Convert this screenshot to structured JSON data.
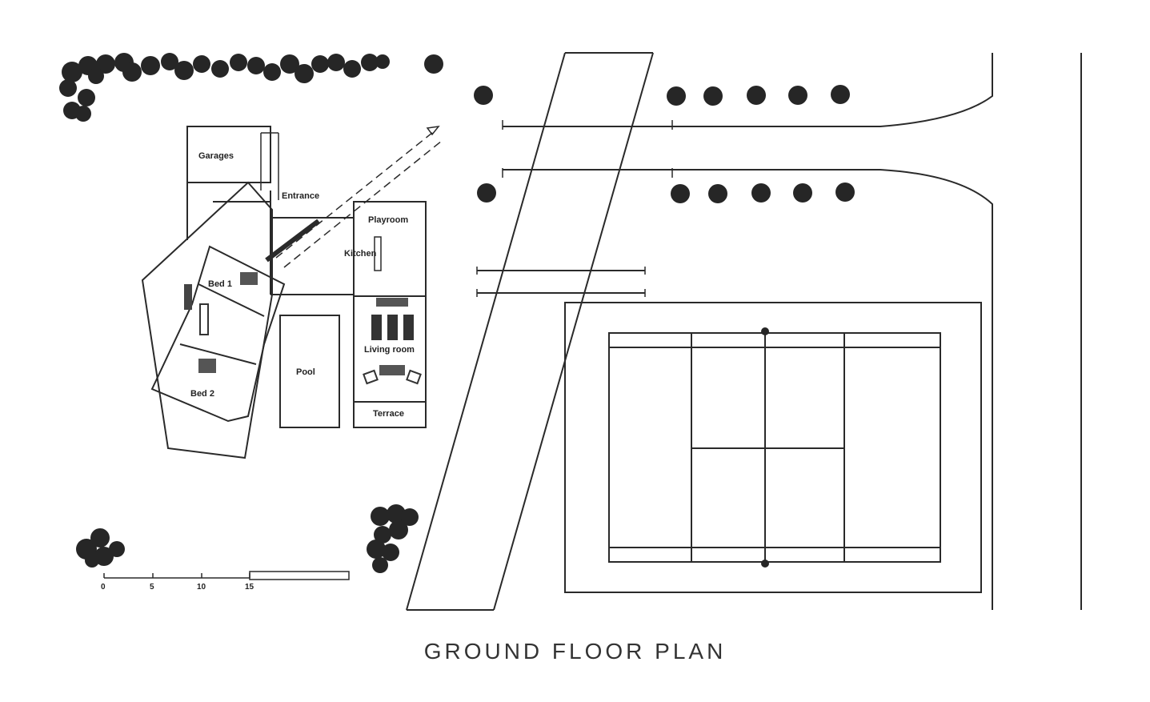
{
  "title": "GROUND FLOOR PLAN",
  "rooms": {
    "garages": "Garages",
    "entrance": "Entrance",
    "playroom": "Playroom",
    "kitchen": "Kitchen",
    "bed1": "Bed 1",
    "bed2": "Bed 2",
    "pool": "Pool",
    "living_room": "Living room",
    "terrace": "Terrace"
  },
  "scale_bar": {
    "ticks": [
      "0",
      "5",
      "10",
      "15"
    ]
  }
}
